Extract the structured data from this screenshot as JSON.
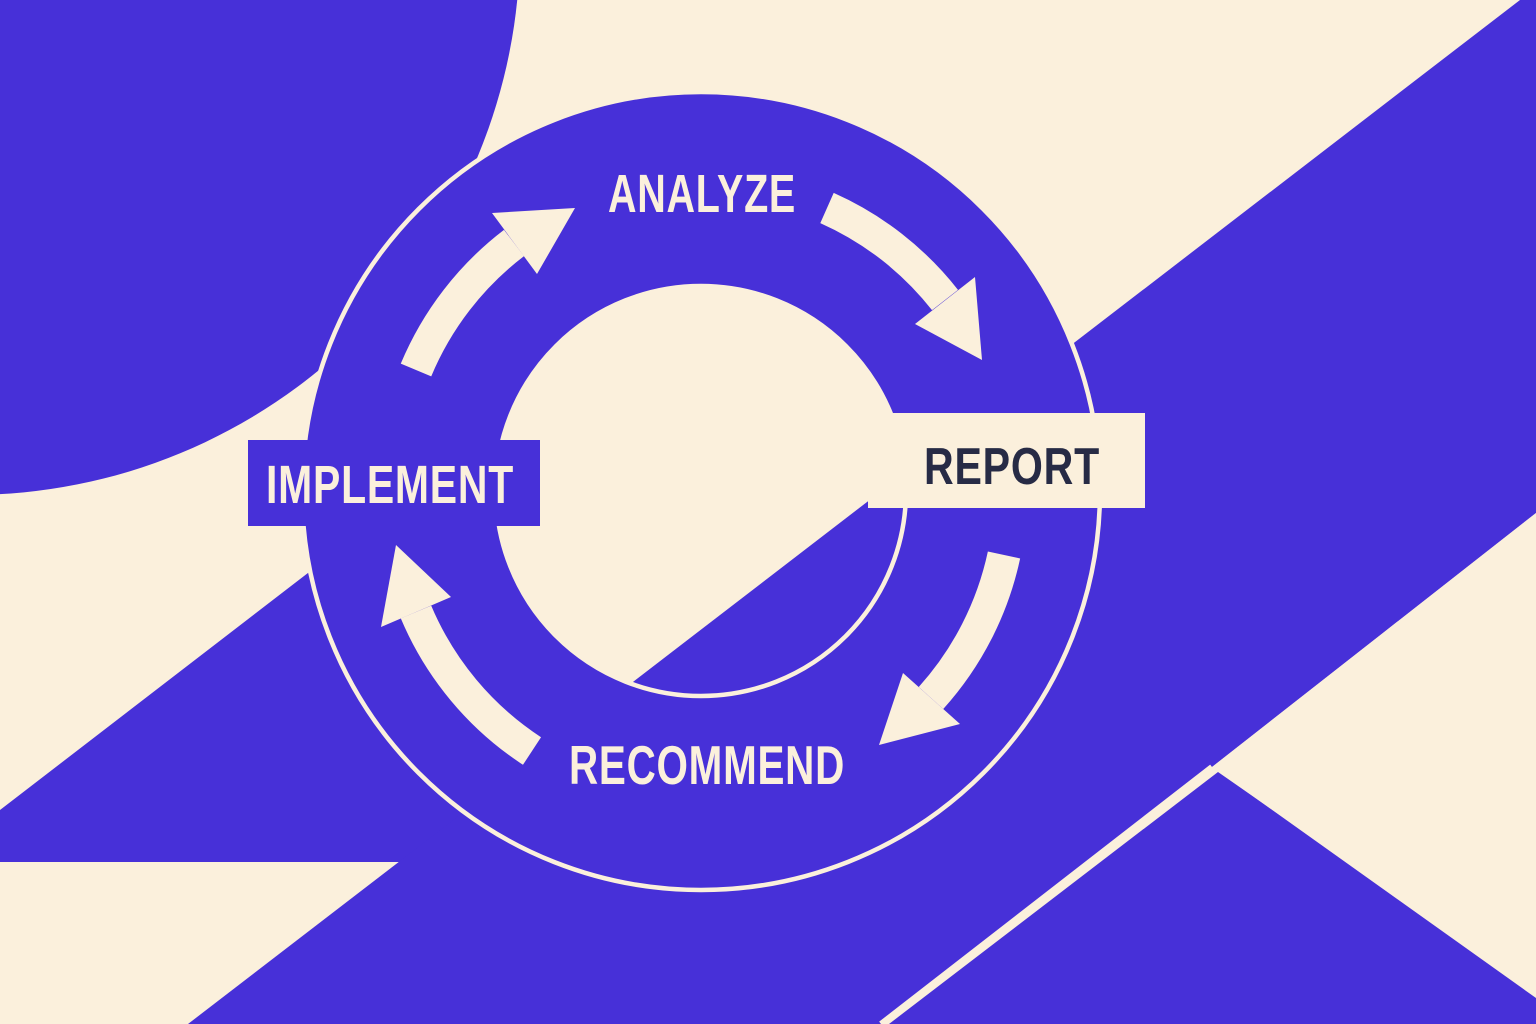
{
  "diagram": {
    "type": "cycle",
    "direction": "clockwise",
    "stages": [
      {
        "id": "analyze",
        "label": "ANALYZE",
        "position": "top"
      },
      {
        "id": "report",
        "label": "REPORT",
        "position": "right"
      },
      {
        "id": "recommend",
        "label": "RECOMMEND",
        "position": "bottom"
      },
      {
        "id": "implement",
        "label": "IMPLEMENT",
        "position": "left"
      }
    ],
    "arrows": [
      {
        "from": "implement",
        "to": "analyze"
      },
      {
        "from": "analyze",
        "to": "report"
      },
      {
        "from": "report",
        "to": "recommend"
      },
      {
        "from": "recommend",
        "to": "implement"
      }
    ]
  },
  "colors": {
    "purple": "#4730D8",
    "cream": "#FBF0DC",
    "navy": "#272B45"
  }
}
